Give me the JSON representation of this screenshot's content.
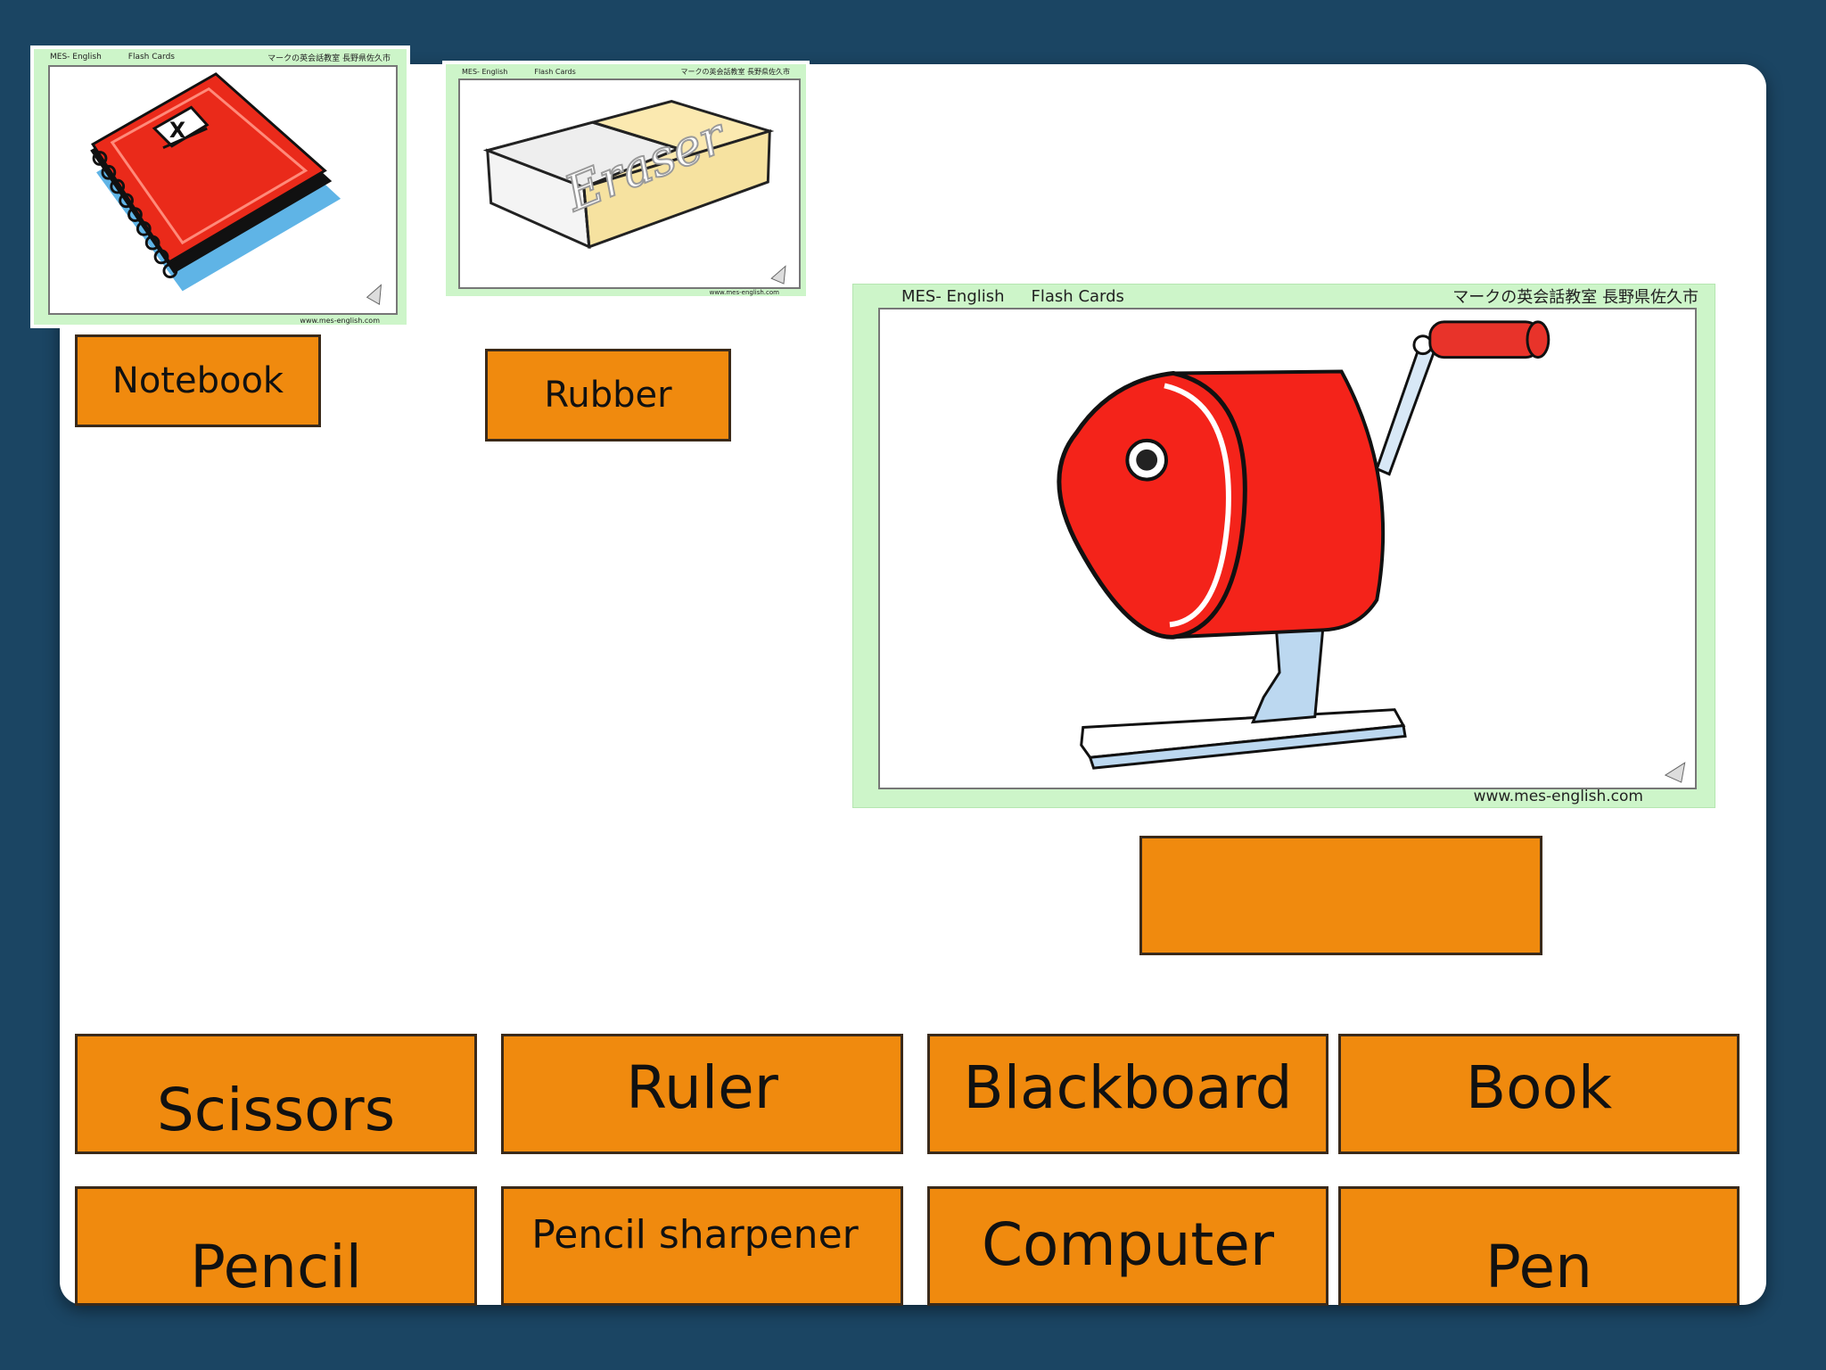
{
  "cards": {
    "notebook": {
      "header_left_1": "MES- English",
      "header_left_2": "Flash Cards",
      "header_right": "マークの英会話教室 長野県佐久市",
      "footer": "www.mes-english.com"
    },
    "eraser": {
      "header_left_1": "MES- English",
      "header_left_2": "Flash Cards",
      "header_right": "マークの英会話教室 長野県佐久市",
      "footer": "www.mes-english.com",
      "eraser_text": "Eraser"
    },
    "sharpener": {
      "header_left_1": "MES- English",
      "header_left_2": "Flash Cards",
      "header_right": "マークの英会話教室 長野県佐久市",
      "footer": "www.mes-english.com"
    }
  },
  "placed_labels": {
    "notebook": "Notebook",
    "rubber": "Rubber",
    "empty_target": ""
  },
  "word_bank": [
    "Scissors",
    "Ruler",
    "Blackboard",
    "Book",
    "Pencil",
    "Pencil sharpener",
    "Computer",
    "Pen"
  ],
  "colors": {
    "background": "#1b4563",
    "slide": "#ffffff",
    "tile": "#f08a0e",
    "card_border": "#cdf5c9"
  }
}
